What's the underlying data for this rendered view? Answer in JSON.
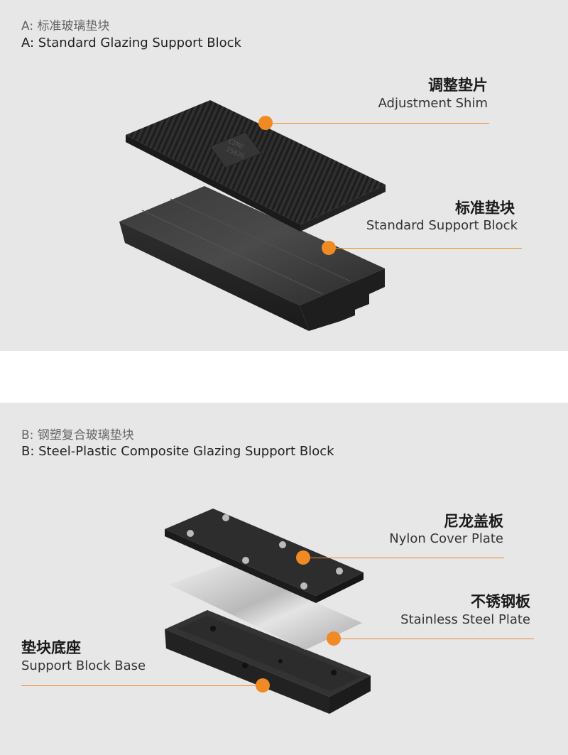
{
  "section_a": {
    "title_cn": "A: 标准玻璃垫块",
    "title_en": "A: Standard Glazing Support Block",
    "labels": [
      {
        "cn": "调整垫片",
        "en": "Adjustment Shim"
      },
      {
        "cn": "标准垫块",
        "en": "Standard Support Block"
      }
    ],
    "shim_marking": [
      "CIMU",
      "25026"
    ]
  },
  "section_b": {
    "title_cn": "B: 钢塑复合玻璃垫块",
    "title_en": "B: Steel-Plastic Composite Glazing Support Block",
    "labels": [
      {
        "cn": "尼龙盖板",
        "en": "Nylon Cover Plate"
      },
      {
        "cn": "不锈钢板",
        "en": "Stainless Steel Plate"
      },
      {
        "cn": "垫块底座",
        "en": "Support Block Base"
      }
    ]
  },
  "colors": {
    "accent": "#f08a24",
    "panel_bg": "#e7e7e7",
    "part": "#2b2b2b"
  }
}
